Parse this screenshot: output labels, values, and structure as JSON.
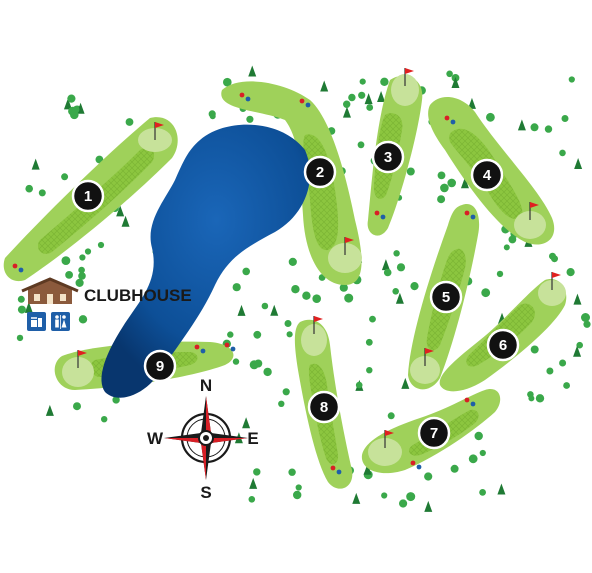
{
  "clubhouse": {
    "label": "CLUBHOUSE",
    "amenities": [
      "restaurant-icon",
      "restroom-icon"
    ]
  },
  "compass": {
    "north": "N",
    "south": "S",
    "east": "E",
    "west": "W"
  },
  "holes": [
    {
      "number": "1"
    },
    {
      "number": "2"
    },
    {
      "number": "3"
    },
    {
      "number": "4"
    },
    {
      "number": "5"
    },
    {
      "number": "6"
    },
    {
      "number": "7"
    },
    {
      "number": "8"
    },
    {
      "number": "9"
    }
  ],
  "colors": {
    "fairway": "#8cc63f",
    "fairway_edge": "#6aa82e",
    "rough": "#d9ecc2",
    "green": "#c7e29a",
    "water": "#0d4f97",
    "water_dark": "#08366e",
    "tree": "#3aa84a",
    "tree_dark": "#1f7a34",
    "flag": "#e02020",
    "marker": "#111111",
    "clubhouse": "#8b5a3c",
    "amenity": "#1f5fa8"
  }
}
